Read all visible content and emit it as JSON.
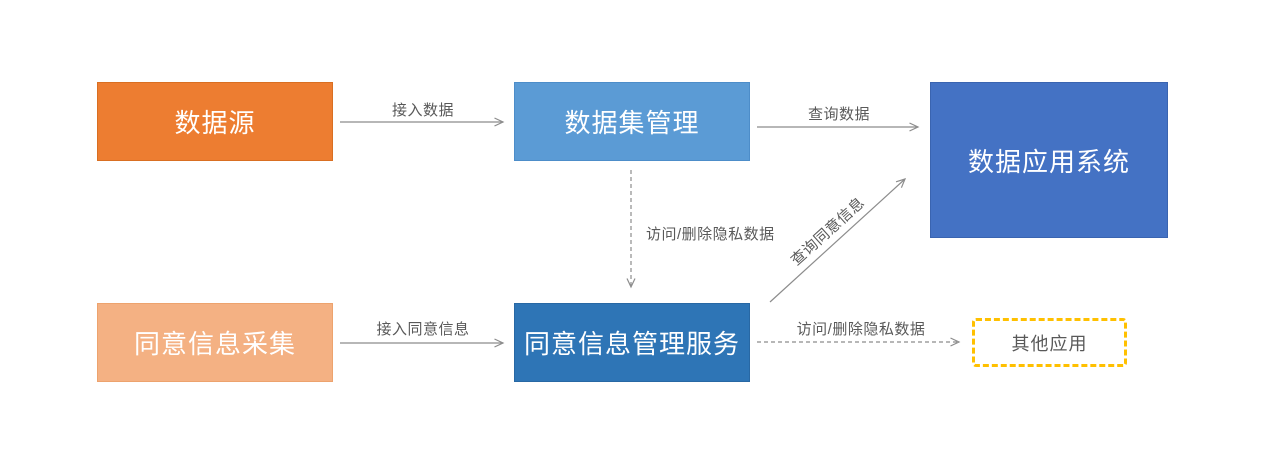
{
  "diagram": {
    "nodes": {
      "data_source": {
        "label": "数据源",
        "fill": "#ED7D31",
        "text_color": "#ffffff"
      },
      "dataset_mgmt": {
        "label": "数据集管理",
        "fill": "#5B9BD5",
        "text_color": "#ffffff"
      },
      "data_app_system": {
        "label": "数据应用系统",
        "fill": "#4472C4",
        "text_color": "#ffffff"
      },
      "consent_collect": {
        "label": "同意信息采集",
        "fill": "#F4B183",
        "text_color": "#ffffff"
      },
      "consent_mgmt": {
        "label": "同意信息管理服务",
        "fill": "#2E75B6",
        "text_color": "#ffffff"
      },
      "other_apps": {
        "label": "其他应用",
        "fill": "#ffffff",
        "border_color": "#FFC000",
        "border_style": "dashed",
        "text_color": "#595959"
      }
    },
    "edges": {
      "access_data": {
        "label": "接入数据",
        "from": "data_source",
        "to": "dataset_mgmt",
        "style": "solid"
      },
      "query_data": {
        "label": "查询数据",
        "from": "dataset_mgmt",
        "to": "data_app_system",
        "style": "solid"
      },
      "access_delete_private": {
        "label": "访问/删除隐私数据",
        "from": "dataset_mgmt",
        "to": "consent_mgmt",
        "style": "dashed"
      },
      "access_consent": {
        "label": "接入同意信息",
        "from": "consent_collect",
        "to": "consent_mgmt",
        "style": "solid"
      },
      "query_consent": {
        "label": "查询同意信息",
        "from": "consent_mgmt",
        "to": "data_app_system",
        "style": "solid"
      },
      "access_delete_private2": {
        "label": "访问/删除隐私数据",
        "from": "consent_mgmt",
        "to": "other_apps",
        "style": "dashed"
      }
    },
    "colors": {
      "arrow": "#8c8c8c",
      "edge_label_text": "#595959",
      "node_text": "#ffffff",
      "background": "#ffffff"
    }
  }
}
